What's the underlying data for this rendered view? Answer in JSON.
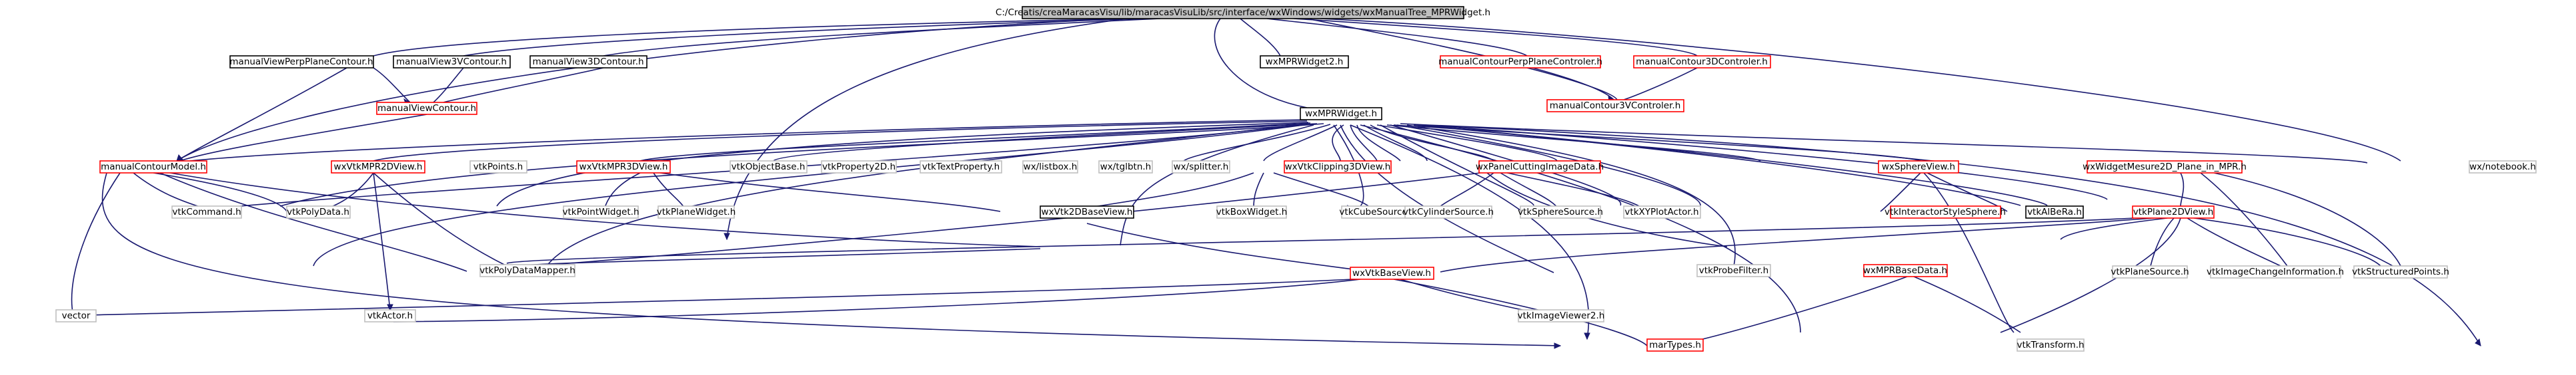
{
  "graph": {
    "nodes": [
      {
        "id": "root",
        "label": "C:/Creatis/creaMaracasVisu/lib/maracasVisuLib/src/interface/wxWindows/widgets/wxManualTree_MPRWidget.h",
        "style": "root"
      },
      {
        "id": "mvppc",
        "label": "manualViewPerpPlaneContour.h",
        "style": "boxed"
      },
      {
        "id": "mv3vc",
        "label": "manualView3VContour.h",
        "style": "boxed"
      },
      {
        "id": "mv3dc",
        "label": "manualView3DContour.h",
        "style": "boxed"
      },
      {
        "id": "mvc",
        "label": "manualViewContour.h",
        "style": "red"
      },
      {
        "id": "wxmpr2",
        "label": "wxMPRWidget2.h",
        "style": "boxed"
      },
      {
        "id": "mcppc",
        "label": "manualContourPerpPlaneControler.h",
        "style": "red"
      },
      {
        "id": "mc3dc",
        "label": "manualContour3DControler.h",
        "style": "red"
      },
      {
        "id": "mc3vc",
        "label": "manualContour3VControler.h",
        "style": "red"
      },
      {
        "id": "wxmpr",
        "label": "wxMPRWidget.h",
        "style": "boxed"
      },
      {
        "id": "mcm",
        "label": "manualContourModel.h",
        "style": "red"
      },
      {
        "id": "vmpr2d",
        "label": "wxVtkMPR2DView.h",
        "style": "red"
      },
      {
        "id": "vtkpts",
        "label": "vtkPoints.h",
        "style": "gray"
      },
      {
        "id": "vmpr3d",
        "label": "wxVtkMPR3DView.h",
        "style": "red"
      },
      {
        "id": "vob",
        "label": "vtkObjectBase.h",
        "style": "gray"
      },
      {
        "id": "vprop",
        "label": "vtkProperty2D.h",
        "style": "gray"
      },
      {
        "id": "vtp",
        "label": "vtkTextProperty.h",
        "style": "gray"
      },
      {
        "id": "wxlb",
        "label": "wx/listbox.h",
        "style": "gray"
      },
      {
        "id": "wxtg",
        "label": "wx/tglbtn.h",
        "style": "gray"
      },
      {
        "id": "wxsp",
        "label": "wx/splitter.h",
        "style": "gray"
      },
      {
        "id": "clip3d",
        "label": "wxVtkClipping3DView.h",
        "style": "red"
      },
      {
        "id": "pcid",
        "label": "wxPanelCuttingImageData.h",
        "style": "red"
      },
      {
        "id": "sphv",
        "label": "wxSphereView.h",
        "style": "red"
      },
      {
        "id": "wm2d",
        "label": "wxWidgetMesure2D_Plane_in_MPR.h",
        "style": "red"
      },
      {
        "id": "wxnb",
        "label": "wx/notebook.h",
        "style": "gray"
      },
      {
        "id": "vcmd",
        "label": "vtkCommand.h",
        "style": "gray"
      },
      {
        "id": "vpd",
        "label": "vtkPolyData.h",
        "style": "gray"
      },
      {
        "id": "vptw",
        "label": "vtkPointWidget.h",
        "style": "gray"
      },
      {
        "id": "vplw",
        "label": "vtkPlaneWidget.h",
        "style": "gray"
      },
      {
        "id": "v2db",
        "label": "wxVtk2DBaseView.h",
        "style": "boxed"
      },
      {
        "id": "vboxw",
        "label": "vtkBoxWidget.h",
        "style": "gray"
      },
      {
        "id": "vcube",
        "label": "vtkCubeSource.h",
        "style": "gray"
      },
      {
        "id": "vcyl",
        "label": "vtkCylinderSource.h",
        "style": "gray"
      },
      {
        "id": "vsph",
        "label": "vtkSphereSource.h",
        "style": "gray"
      },
      {
        "id": "vxy",
        "label": "vtkXYPlotActor.h",
        "style": "gray"
      },
      {
        "id": "viss",
        "label": "vtkInteractorStyleSphere.h",
        "style": "red"
      },
      {
        "id": "valb",
        "label": "vtkAlBeRa.h",
        "style": "boxed"
      },
      {
        "id": "vp2d",
        "label": "vtkPlane2DView.h",
        "style": "red"
      },
      {
        "id": "vpdm",
        "label": "vtkPolyDataMapper.h",
        "style": "gray"
      },
      {
        "id": "vpf",
        "label": "vtkProbeFilter.h",
        "style": "gray"
      },
      {
        "id": "vbv",
        "label": "wxVtkBaseView.h",
        "style": "red"
      },
      {
        "id": "vps",
        "label": "vtkPlaneSource.h",
        "style": "gray"
      },
      {
        "id": "vici",
        "label": "vtkImageChangeInformation.h",
        "style": "gray"
      },
      {
        "id": "vsp",
        "label": "vtkStructuredPoints.h",
        "style": "gray"
      },
      {
        "id": "vec",
        "label": "vector",
        "style": "gray"
      },
      {
        "id": "vact",
        "label": "vtkActor.h",
        "style": "gray"
      },
      {
        "id": "viv2",
        "label": "vtkImageViewer2.h",
        "style": "gray"
      },
      {
        "id": "mprbd",
        "label": "wxMPRBaseData.h",
        "style": "red"
      },
      {
        "id": "mtypes",
        "label": "marTypes.h",
        "style": "red"
      },
      {
        "id": "vtr",
        "label": "vtkTransform.h",
        "style": "gray"
      }
    ]
  },
  "styles": {
    "root": {
      "fill": "#bfbfbf",
      "stroke": "#000000",
      "text": "#000000"
    },
    "boxed": {
      "fill": "#ffffff",
      "stroke": "#000000",
      "text": "#000000"
    },
    "red": {
      "fill": "#ffffff",
      "stroke": "#ff0000",
      "text": "#000000"
    },
    "gray": {
      "fill": "#ffffff",
      "stroke": "#bfbfbf",
      "text": "#000000"
    }
  },
  "edge_color": "#191970"
}
